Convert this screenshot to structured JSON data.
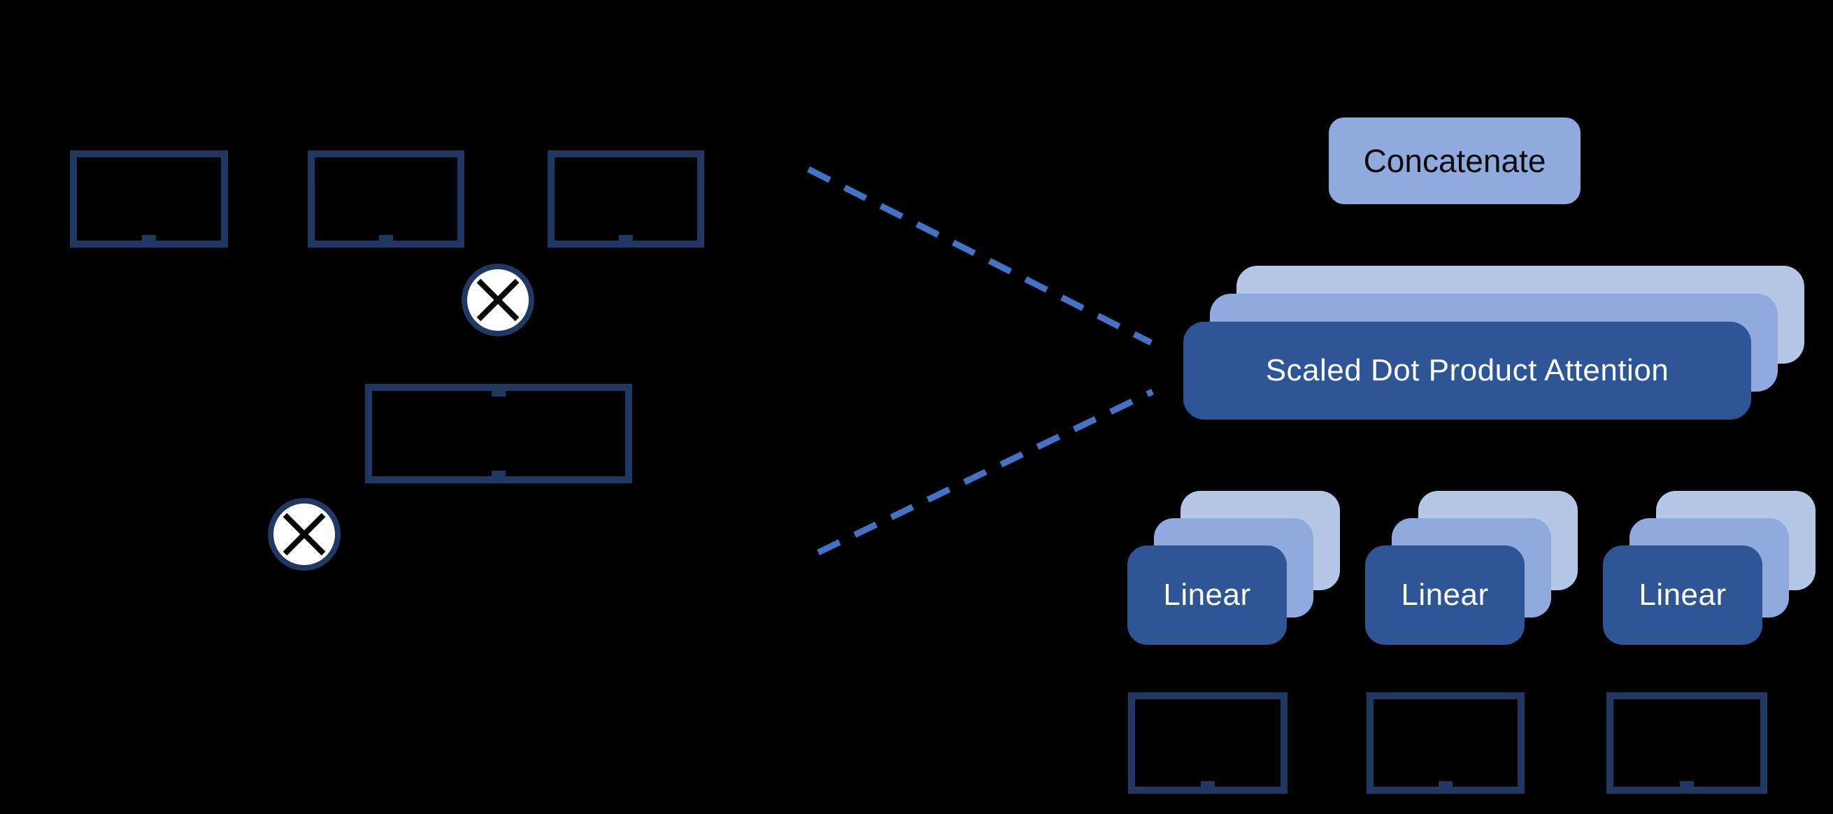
{
  "colors": {
    "background": "#000000",
    "navy-outline": "#1f3864",
    "dark-blue": "#2e5596",
    "medium-blue": "#8faadc",
    "light-blue": "#b4c7e7",
    "dash-blue": "#4472c4",
    "white-text": "#ffffff",
    "black-text": "#0b0b0b"
  },
  "left_panel": {
    "matrix_box_count": 3,
    "multiply_icon": "circled-times",
    "multiply_icon_count": 2,
    "result_box_count": 1
  },
  "connectors": {
    "style": "dashed",
    "count": 2,
    "color": "#4472c4"
  },
  "right_panel": {
    "concatenate": {
      "label": "Concatenate"
    },
    "attention_stack": {
      "label": "Scaled Dot Product Attention",
      "layers": 3
    },
    "linear_stacks": [
      {
        "label": "Linear",
        "layers": 3
      },
      {
        "label": "Linear",
        "layers": 3
      },
      {
        "label": "Linear",
        "layers": 3
      }
    ],
    "input_box_count": 3
  }
}
